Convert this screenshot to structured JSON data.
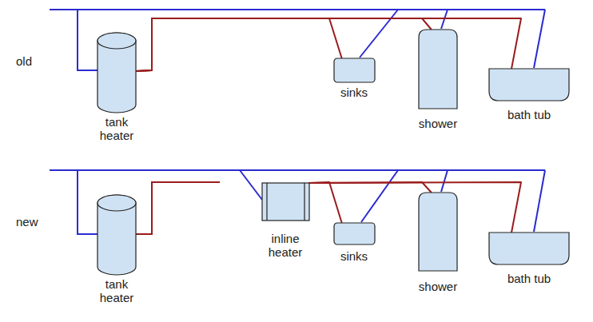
{
  "diagram": {
    "nodes": [
      {
        "text": [
          "tank heater"
        ]
      },
      {
        "text": [
          "sinks"
        ]
      },
      {
        "text": [
          "shower"
        ]
      },
      {
        "text": [
          "bath tub"
        ]
      },
      {
        "text": [
          "tank heater"
        ]
      },
      {
        "text": [
          "inline heater"
        ]
      },
      {
        "text": [
          "sinks"
        ]
      },
      {
        "text": [
          "shower"
        ]
      },
      {
        "text": [
          "bath tub"
        ]
      }
    ],
    "edges": [
      {
        "from": 0,
        "to": 1,
        "arrow": "none"
      },
      {
        "from": 0,
        "to": 2,
        "arrow": "none"
      },
      {
        "from": 0,
        "to": 3,
        "arrow": "none"
      },
      {
        "from": 5,
        "to": 6,
        "arrow": "none"
      },
      {
        "from": 5,
        "to": 7,
        "arrow": "none"
      },
      {
        "from": 5,
        "to": 8,
        "arrow": "none"
      }
    ],
    "labels": [
      "old",
      "new"
    ]
  }
}
